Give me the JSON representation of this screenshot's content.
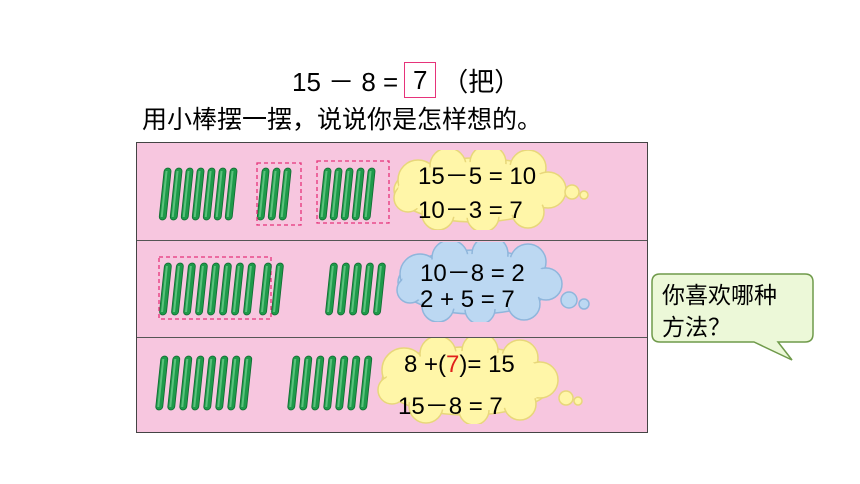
{
  "equation": {
    "left": "15 － 8 =",
    "answer": "7",
    "unit": "（把）"
  },
  "question": "用小棒摆一摆，说说你是怎样想的。",
  "methods": [
    {
      "line1": "15－5 = 10",
      "line2": "10－3 = 7"
    },
    {
      "line1": "10－8 = 2",
      "line2": "2 + 5 = 7"
    },
    {
      "line1_pre": "8 +(",
      "line1_red": "7",
      "line1_post": ")= 15",
      "line2": "15－8 = 7"
    }
  ],
  "speech_bubble": {
    "line1": "你喜欢哪种",
    "line2": "方法？"
  },
  "colors": {
    "stick": "#1e9a4a",
    "row_bg": "#f7c6df",
    "cloud1": "#fff6a8",
    "cloud2": "#bcd8f2",
    "answer_red": "#e0201b",
    "bubble": "#ecf8d8"
  }
}
